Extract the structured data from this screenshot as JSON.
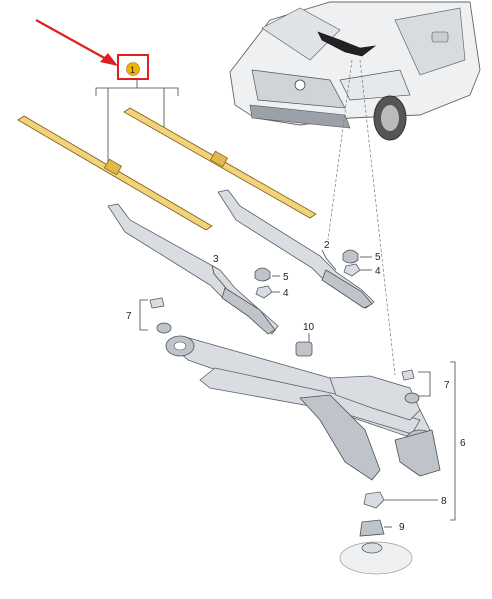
{
  "callouts": {
    "c1": "1",
    "c2": "2",
    "c3": "3",
    "c4a": "4",
    "c4b": "4",
    "c5a": "5",
    "c5b": "5",
    "c6": "6",
    "c7a": "7",
    "c7b": "7",
    "c8": "8",
    "c9": "9",
    "c10": "10"
  },
  "colors": {
    "highlight_box": "#e02020",
    "arrow": "#e02020",
    "badge_fill": "#f0b400",
    "blade": "#f2d27a"
  },
  "icons": [
    "red-arrow-icon",
    "vehicle-illustration"
  ]
}
